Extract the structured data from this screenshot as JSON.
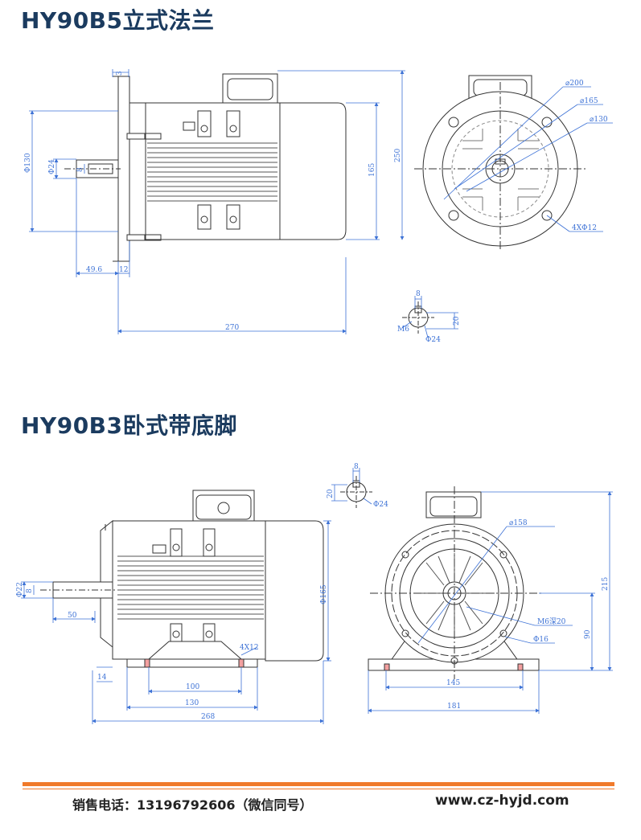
{
  "sections": {
    "flange": {
      "title": "HY90B5立式法兰"
    },
    "foot": {
      "title": "HY90B3卧式带底脚"
    }
  },
  "flange_dims": {
    "d130": "Φ130",
    "d24": "Φ24",
    "s8": "8",
    "s3": "3",
    "h165": "165",
    "h250": "250",
    "l49_6": "49.6",
    "l12": "12",
    "l270": "270",
    "c200": "⌀200",
    "c165": "⌀165",
    "c130": "⌀130",
    "holes": "4XΦ12",
    "key_8": "8",
    "key_m6": "M6",
    "key_20": "20",
    "key_24": "Φ24"
  },
  "foot_dims": {
    "key_8": "8",
    "key_20": "20",
    "key_24": "Φ24",
    "d22": "Φ22",
    "s8": "8",
    "l50": "50",
    "d165": "Φ165",
    "holes": "4X12",
    "l14": "14",
    "l100": "100",
    "l130": "130",
    "l268": "268",
    "c158": "⌀158",
    "m6": "M6深20",
    "d16": "Φ16",
    "h215": "215",
    "h90": "90",
    "w145": "145",
    "w181": "181"
  },
  "footer": {
    "phone": "销售电话：13196792606（微信同号）",
    "website": "www.cz-hyjd.com"
  },
  "colors": {
    "title": "#1b3b5f",
    "dimension": "#3d72d6",
    "line": "#333333",
    "accent": "#f07a2a"
  }
}
